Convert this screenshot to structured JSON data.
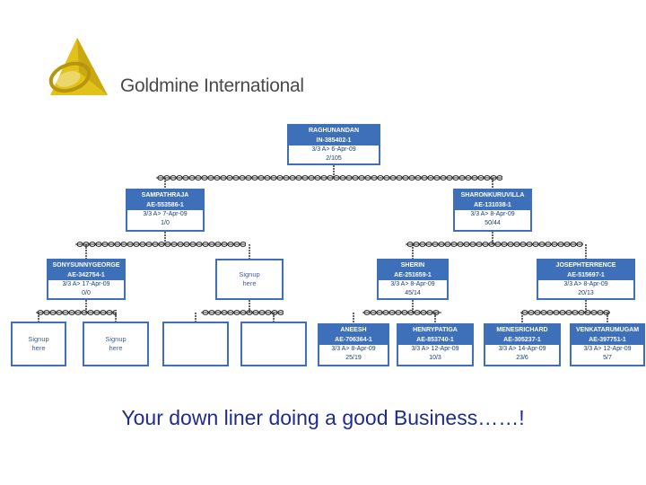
{
  "brand": {
    "name": "Goldmine International",
    "logo_icon": "pyramid-logo-icon",
    "gold": "#e2c21a",
    "dark_gold": "#b7960d"
  },
  "colors": {
    "node_border": "#3d70b8",
    "node_header": "#3d70b8",
    "chain": "#333333",
    "tagline": "#1f2b8f"
  },
  "tree": {
    "root": {
      "name": "RAGHUNANDAN",
      "id": "IN-385402-1",
      "date": "3/3 A> 6-Apr-09",
      "count": "2/105"
    },
    "level1": [
      {
        "name": "SAMPATHRAJA",
        "id": "AE-553586-1",
        "date": "3/3 A> 7-Apr-09",
        "count": "1/0"
      },
      {
        "name": "SHARONKURUVILLA",
        "id": "AE-131038-1",
        "date": "3/3 A> 8-Apr-09",
        "count": "50/44"
      }
    ],
    "level2": [
      {
        "name": "SONYSUNNYGEORGE",
        "id": "AE-342754-1",
        "date": "3/3 A> 17-Apr-09",
        "count": "0/0"
      },
      {
        "signup": "Signup here"
      },
      {
        "name": "SHERIN",
        "id": "AE-251659-1",
        "date": "3/3 A> 8-Apr-09",
        "count": "45/14"
      },
      {
        "name": "JOSEPHTERRENCE",
        "id": "AE-515697-1",
        "date": "3/3 A> 8-Apr-09",
        "count": "20/13"
      }
    ],
    "level3": [
      {
        "signup": "Signup here"
      },
      {
        "signup": "Signup here"
      },
      {
        "empty": true
      },
      {
        "empty": true
      },
      {
        "name": "ANEESH",
        "id": "AE-706364-1",
        "date": "3/3 A> 8-Apr-09",
        "count": "25/19"
      },
      {
        "name": "HENRYPATIGA",
        "id": "AE-853740-1",
        "date": "3/3 A> 12-Apr-09",
        "count": "10/3"
      },
      {
        "name": "MENESRICHARD",
        "id": "AE-305237-1",
        "date": "3/3 A> 14-Apr-09",
        "count": "23/6"
      },
      {
        "name": "VENKATARUMUGAM",
        "id": "AE-397751-1",
        "date": "3/3 A> 12-Apr-09",
        "count": "5/7"
      }
    ]
  },
  "tagline": "Your down liner doing a good Business……!"
}
